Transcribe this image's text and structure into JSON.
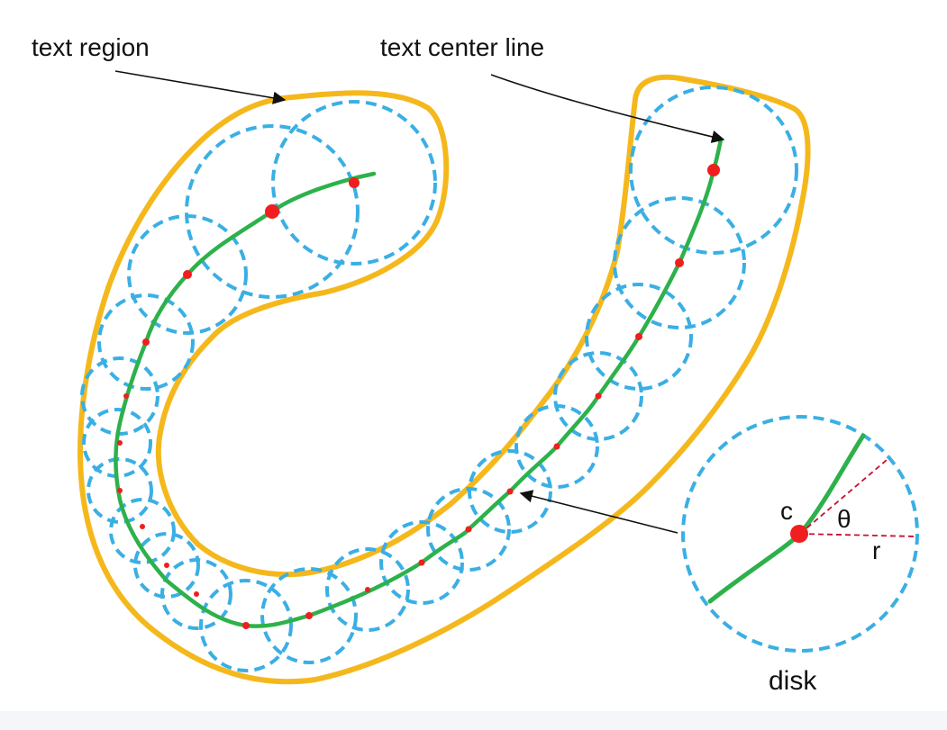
{
  "labels": {
    "text_region": "text region",
    "text_center_line": "text center line",
    "center": "c",
    "theta": "θ",
    "radius": "r",
    "disk": "disk"
  },
  "colors": {
    "region_outline": "#F5B81C",
    "disk_outline": "#3AAFE4",
    "center_line": "#2DB14B",
    "center_points": "#F01E1E",
    "angle_lines": "#C8102E",
    "arrow": "#111111",
    "bottom_strip": "#F5F6FA"
  }
}
